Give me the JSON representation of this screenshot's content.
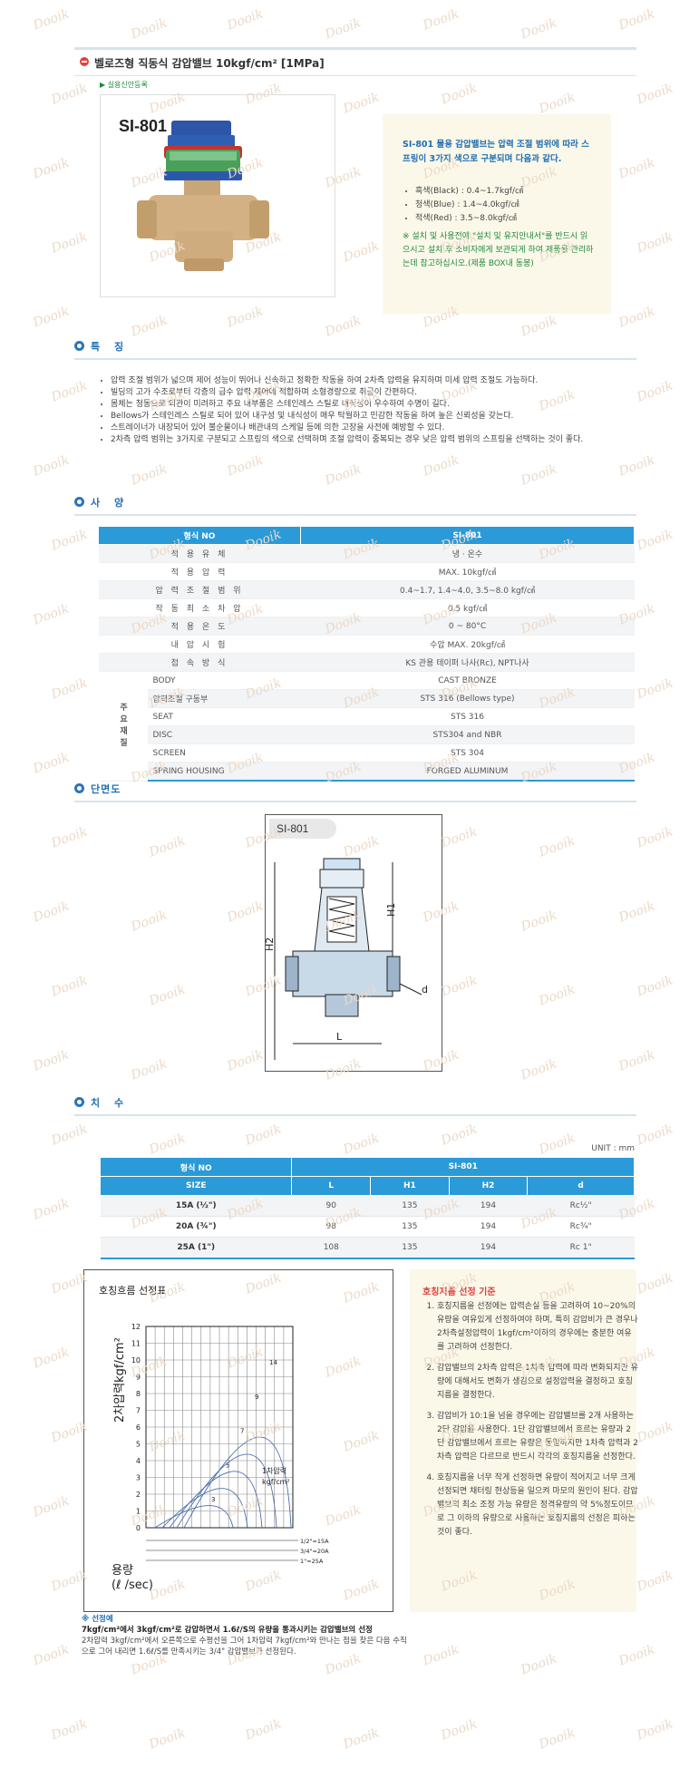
{
  "header": {
    "title": "벨로즈형 직동식 감압밸브 10kgf/cm² [1MPa]",
    "subnote": "▶ 실용신안등록"
  },
  "product": {
    "model": "SI-801",
    "lead": "SI-801 물용 감압밸브는 압력 조절 범위에 따라 스프링이 3가지 색으로 구분되며 다음과 같다.",
    "springs": [
      "흑색(Black) : 0.4~1.7kgf/㎠",
      "청색(Blue) : 1.4~4.0kgf/㎠",
      "적색(Red) : 3.5~8.0kgf/㎠"
    ],
    "warn": "※ 설치 및 사용전에 \"설치 및 유지안내서\"를 반드시 읽으시고 설치 후 소비자에게 보관되게 하여 제품를 관리하는데 참고하십시오.(제품 BOX내 동봉)"
  },
  "sections": {
    "features": "특 징",
    "spec": "사 양",
    "section_view": "단면도",
    "dimensions": "치 수"
  },
  "features": [
    "압력 조절 범위가 넓으며 제어 성능이 뛰어나 신속하고 정확한 작동을 하여 2차측 압력을 유지하며 미세 압력 조절도 가능하다.",
    "빌딩의 고가 수조로부터 각층의 급수 압력 제어에 적합하며 소형경량으로 취급이 간편하다.",
    "몸체는 청동으로 외관이 미려하고 주요 내부품은 스테인레스 스틸로 내식성이 우수하여 수명이 길다.",
    "Bellows가 스테인레스 스틸로 되어 있어 내구성 및 내식성이 매우 탁월하고 민감한 작동을 하여 높은 신뢰성을 갖는다.",
    "스트레이너가 내장되어 있어 불순물이나 배관내의 스케일 등에 의한 고장을 사전에 예방할 수 있다.",
    "2차측 압력 범위는 3가지로 구분되고 스프링의 색으로 선택하며 조절 압력이 중복되는 경우 낮은 압력 범위의 스프링을 선택하는 것이 좋다."
  ],
  "spec": {
    "head": [
      "형식 NO",
      "SI-801"
    ],
    "rows": [
      [
        "적 용 유 체",
        "냉 · 온수"
      ],
      [
        "적 용 압 력",
        "MAX. 10kgf/㎠"
      ],
      [
        "압 력 조 절 범 위",
        "0.4~1.7, 1.4~4.0, 3.5~8.0 kgf/㎠"
      ],
      [
        "작 동 최 소 차 압",
        "0.5 kgf/㎠"
      ],
      [
        "적 용 온 도",
        "0 ~ 80°C"
      ],
      [
        "내 압 시 험",
        "수압 MAX. 20kgf/㎠"
      ],
      [
        "접 속 방 식",
        "KS 관용 테이퍼 나사(Rc), NPT나사"
      ]
    ],
    "material_label": "주요재질",
    "materials": [
      [
        "BODY",
        "CAST BRONZE"
      ],
      [
        "압력조절 구동부",
        "STS 316 (Bellows type)"
      ],
      [
        "SEAT",
        "STS 316"
      ],
      [
        "DISC",
        "STS304 and NBR"
      ],
      [
        "SCREEN",
        "STS 304"
      ],
      [
        "SPRING HOUSING",
        "FORGED ALUMINUM"
      ]
    ]
  },
  "drawing": {
    "label": "SI-801",
    "h1": "H1",
    "h2": "H2",
    "l": "L",
    "d": "d"
  },
  "dimensions": {
    "unit": "UNIT : mm",
    "head1": [
      "형식 NO",
      "SI-801"
    ],
    "head2": [
      "SIZE",
      "L",
      "H1",
      "H2",
      "d"
    ],
    "rows": [
      [
        "15A (½\")",
        "90",
        "135",
        "194",
        "Rc½\""
      ],
      [
        "20A (¾\")",
        "98",
        "135",
        "194",
        "Rc¾\""
      ],
      [
        "25A (1\")",
        "108",
        "135",
        "194",
        "Rc 1\""
      ]
    ]
  },
  "graph": {
    "title": "호칭흐름 선정표",
    "ylabel": "2차압력kgf/cm²",
    "flow_label": "용량",
    "flow_unit": "(ℓ /sec)",
    "p1_label": "1차압력",
    "p1_unit": "kgf/cm²",
    "size_labels": [
      "1/2\"=15A",
      "3/4\"=20A",
      "1\"=25A"
    ],
    "y_ticks": [
      "12",
      "11",
      "10",
      "9",
      "8",
      "7",
      "6",
      "5",
      "4",
      "3",
      "2",
      "1",
      "0"
    ],
    "curve_labels": [
      "3",
      "5",
      "7",
      "9",
      "14"
    ]
  },
  "graph_note": {
    "head": "※ 선정예",
    "bold": "7kgf/cm²에서 3kgf/cm²로 감압하면서 1.6ℓ/S의 유량을 통과시키는 감압밸브의 선정",
    "body": "2차압력 3kgf/cm²에서 오른쪽으로 수평선을 그어 1차압력 7kgf/cm²와 만나는 점을 찾은 다음 수직으로 그어 내리면 1.6ℓ/S를 만족시키는 3/4\" 감압밸브가 선정된다."
  },
  "guide": {
    "title": "호칭지름 선정 기준",
    "items": [
      "호칭지름을 선정에는 압력손실 등을 고려하여 10~20%의 유량을 여유있게 선정하여야 하며, 특히 감압비가 큰 경우나 2차측설정압력이 1kgf/cm²이하의 경우에는 충분한 여유를 고려하여 선정한다.",
      "감압밸브의 2차측 압력은 1차측 압력에 따라 변화되지만 유량에 대해서도 변화가 생김으로 설정압력을 결정하고 호칭지름을 결정한다.",
      "감압비가 10:1을 넘을 경우에는 감압밸브를 2개 사용하는 2단 감압을 사용한다. 1단 감압밸브에서 흐르는 유량과 2단 감압밸브에서 흐르는 유량은 동일하지만 1차측 압력과 2차측 압력은 다르므로 반드시 각각의 호칭지름을 선정한다.",
      "호칭지름을 너무 작게 선정하면 유량이 적어지고 너무 크게 선정되면 채터링 현상등을 일으켜 마모의 원인이 된다. 감압밸브의 최소 조정 가능 유량은 정격유량의 약 5%정도이므로 그 이하의 유량으로 사용하는 호칭지름의 선정은 피하는 것이 좋다."
    ]
  },
  "watermark": "Dooik"
}
